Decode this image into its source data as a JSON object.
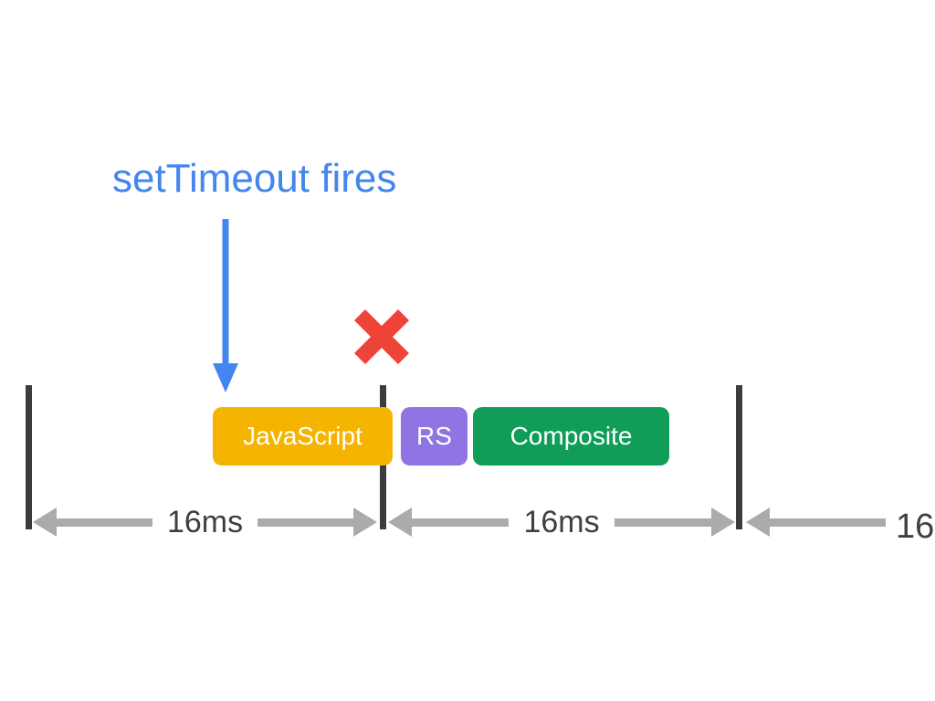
{
  "diagram": {
    "annotation": "setTimeout fires",
    "blocks": [
      {
        "label": "JavaScript",
        "color": "#F4B400"
      },
      {
        "label": "RS",
        "color": "#8E75E3"
      },
      {
        "label": "Composite",
        "color": "#0F9D58"
      }
    ],
    "intervals": [
      {
        "label": "16ms"
      },
      {
        "label": "16ms"
      },
      {
        "label": "16"
      }
    ],
    "colors": {
      "annotation_blue": "#4486F0",
      "cross_red": "#EE4437",
      "tick_dark": "#3A3D40",
      "arrow_gray": "#ABABAB",
      "label_gray": "#3C4043",
      "chip_text": "#FFFFFF"
    }
  }
}
